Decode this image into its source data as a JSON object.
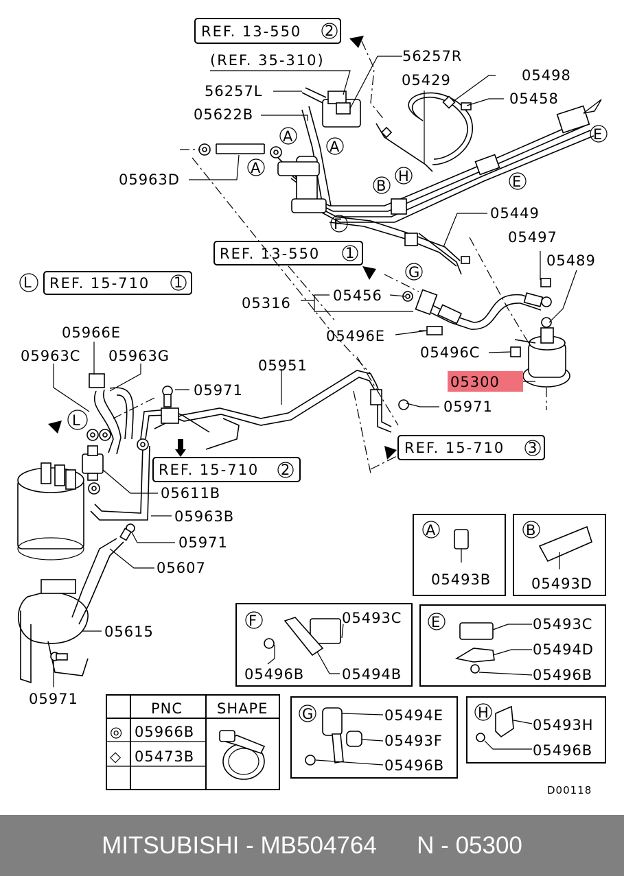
{
  "refs": {
    "r1": "REF. 13-550",
    "r1n": "2",
    "r2": "(REF. 35-310)",
    "r3": "REF. 13-550",
    "r3n": "1",
    "r4": "REF. 15-710",
    "r4n": "1",
    "r4l": "L",
    "r5": "REF. 15-710",
    "r5n": "2",
    "r6": "REF. 15-710",
    "r6n": "3"
  },
  "labels": {
    "p56257R": "56257R",
    "p56257L": "56257L",
    "p05622B": "05622B",
    "p05429": "05429",
    "p05498": "05498",
    "p05458": "05458",
    "p05963D": "05963D",
    "p05449": "05449",
    "p05497": "05497",
    "p05489": "05489",
    "p05316": "05316",
    "p05456": "05456",
    "p05496E": "05496E",
    "p05496C": "05496C",
    "p05300": "05300",
    "p05971a": "05971",
    "p05971b": "05971",
    "p05971c": "05971",
    "p05971d": "05971",
    "p05951": "05951",
    "p05966E": "05966E",
    "p05963C": "05963C",
    "p05963G": "05963G",
    "p05611B": "05611B",
    "p05963B": "05963B",
    "p05607": "05607",
    "p05615": "05615"
  },
  "callouts": {
    "A": "A",
    "B": "B",
    "E": "E",
    "F": "F",
    "G": "G",
    "H": "H",
    "L": "L"
  },
  "details": {
    "A": {
      "letter": "A",
      "parts": [
        "05493B"
      ]
    },
    "B": {
      "letter": "B",
      "parts": [
        "05493D"
      ]
    },
    "F": {
      "letter": "F",
      "parts": [
        "05493C",
        "05496B",
        "05494B"
      ]
    },
    "E": {
      "letter": "E",
      "parts": [
        "05493C",
        "05494D",
        "05496B"
      ]
    },
    "G": {
      "letter": "G",
      "parts": [
        "05494E",
        "05493F",
        "05496B"
      ]
    },
    "H": {
      "letter": "H",
      "parts": [
        "05493H",
        "05496B"
      ]
    }
  },
  "legend": {
    "col_pnc": "PNC",
    "col_shape": "SHAPE",
    "rows": [
      {
        "symbol": "◎",
        "pnc": "05966B"
      },
      {
        "symbol": "◇",
        "pnc": "05473B"
      }
    ]
  },
  "diagram_code": "D00118",
  "highlight": {
    "part": "05300",
    "color": "#f0707a"
  },
  "footer": {
    "brand": "MITSUBISHI",
    "sep": " - ",
    "part_number": "MB504764",
    "pnc_prefix": "N - ",
    "pnc": "05300"
  }
}
